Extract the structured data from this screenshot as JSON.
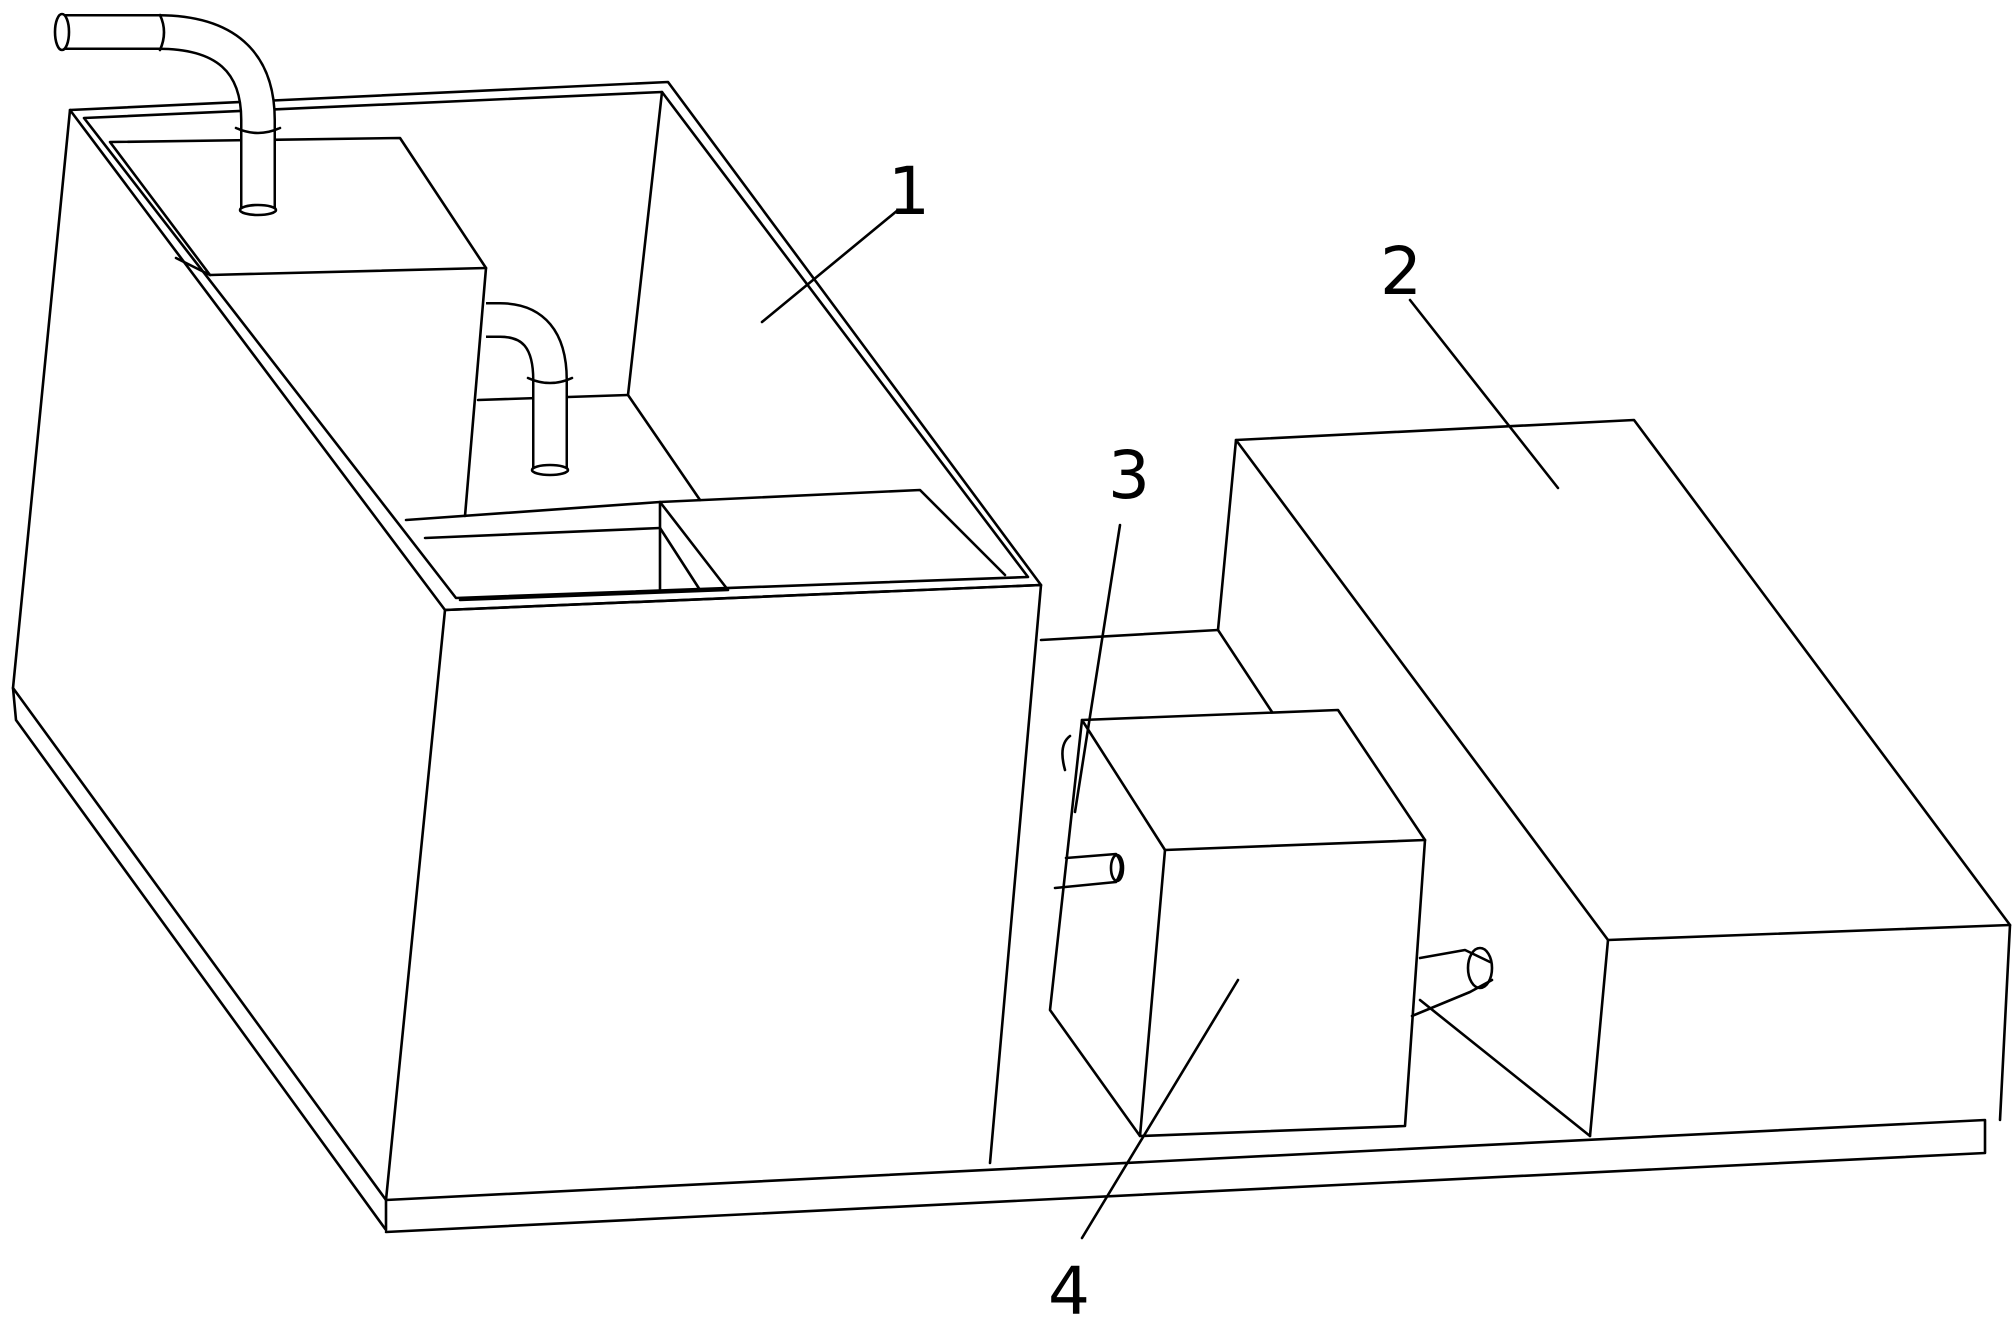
{
  "labels": {
    "tank": "1",
    "cabinet": "2",
    "connector": "3",
    "pump": "4"
  }
}
